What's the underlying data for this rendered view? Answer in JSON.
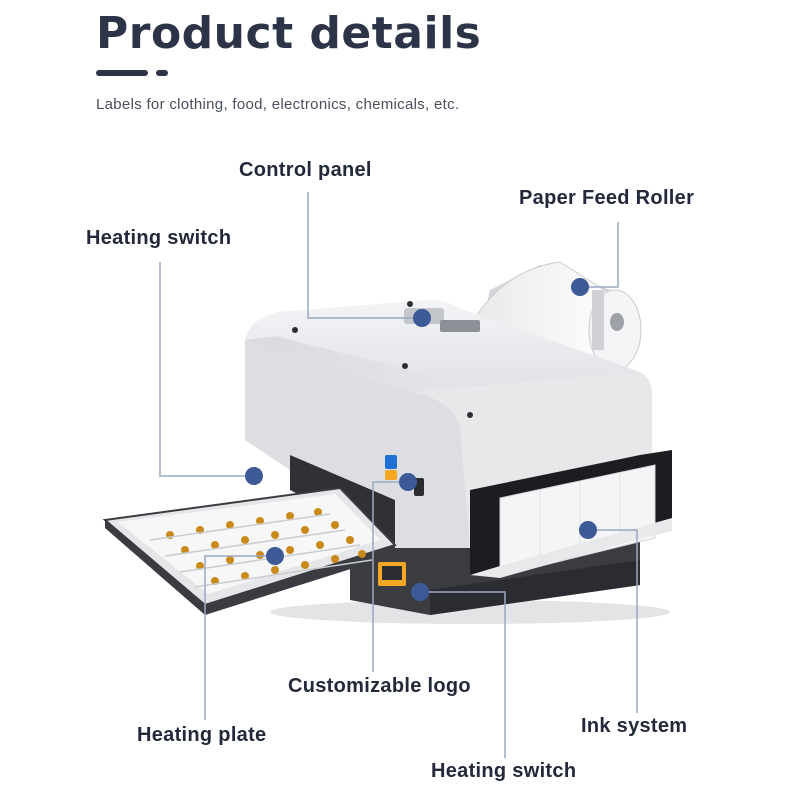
{
  "header": {
    "title": "Product details",
    "subtitle": "Labels for clothing, food, electronics, chemicals, etc."
  },
  "callouts": {
    "control_panel": "Control panel",
    "paper_feed_roller": "Paper Feed Roller",
    "heating_switch_top": "Heating switch",
    "customizable_logo": "Customizable logo",
    "heating_plate": "Heating plate",
    "ink_system": "Ink system",
    "heating_switch_bottom": "Heating switch"
  },
  "colors": {
    "title": "#2e3447",
    "marker": "#3d5a96",
    "leader_line": "#9aa8c2",
    "printer_body": "#e9eaec",
    "ink_tank": "#1c1d20",
    "logo_orange": "#f5a623",
    "logo_blue": "#1f6fd6"
  }
}
